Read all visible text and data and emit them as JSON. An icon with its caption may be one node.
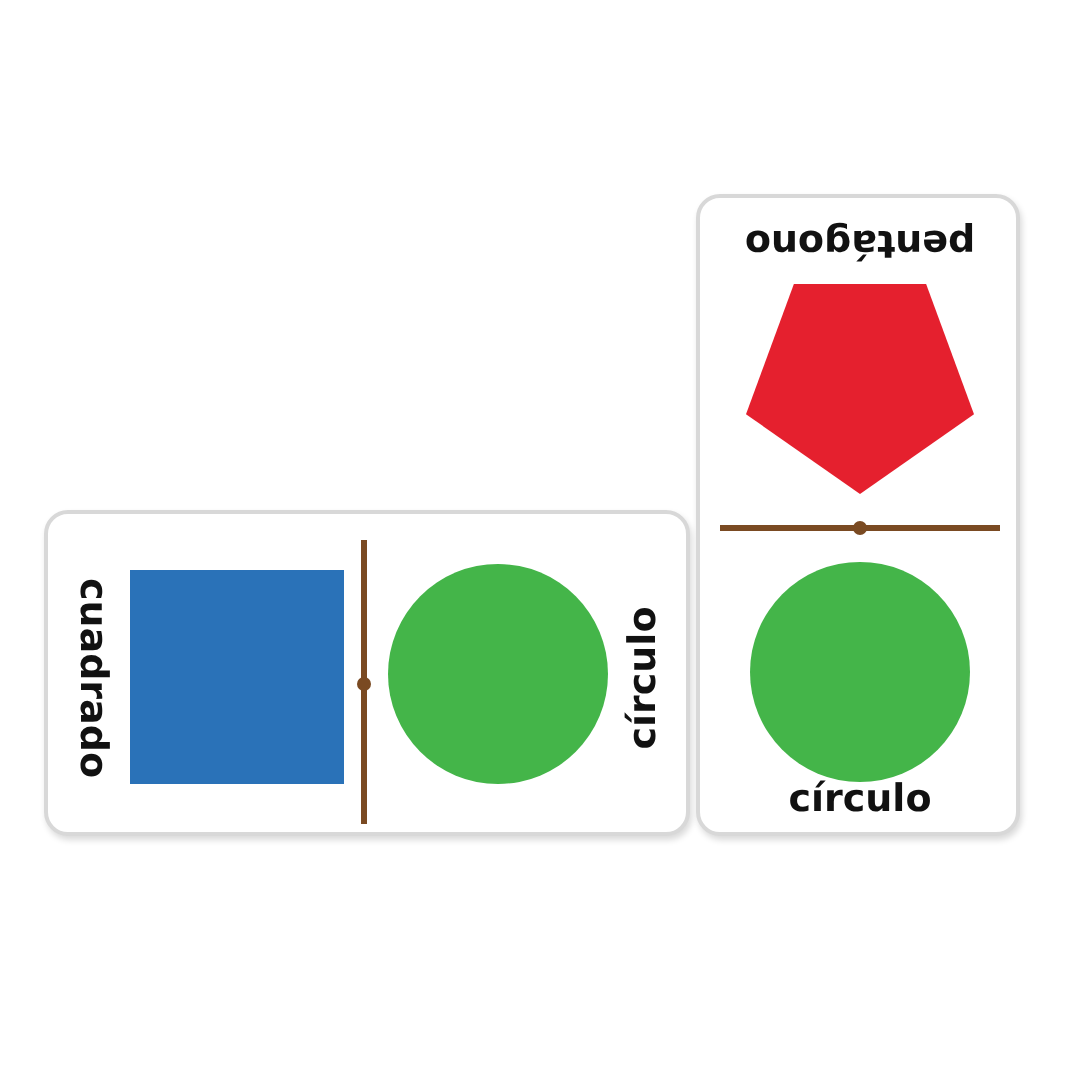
{
  "diagram": {
    "nodes": [
      {
        "text": [
          "cuadrado",
          "círculo"
        ]
      },
      {
        "text": [],
        "shape": "box",
        "in": 0
      },
      {
        "text": [],
        "shape": "circle",
        "in": 0
      },
      {
        "text": [
          "pentágono",
          "círculo"
        ]
      },
      {
        "text": [],
        "shape": "pentagon",
        "in": 3
      },
      {
        "text": [],
        "shape": "circle",
        "in": 3
      }
    ]
  }
}
